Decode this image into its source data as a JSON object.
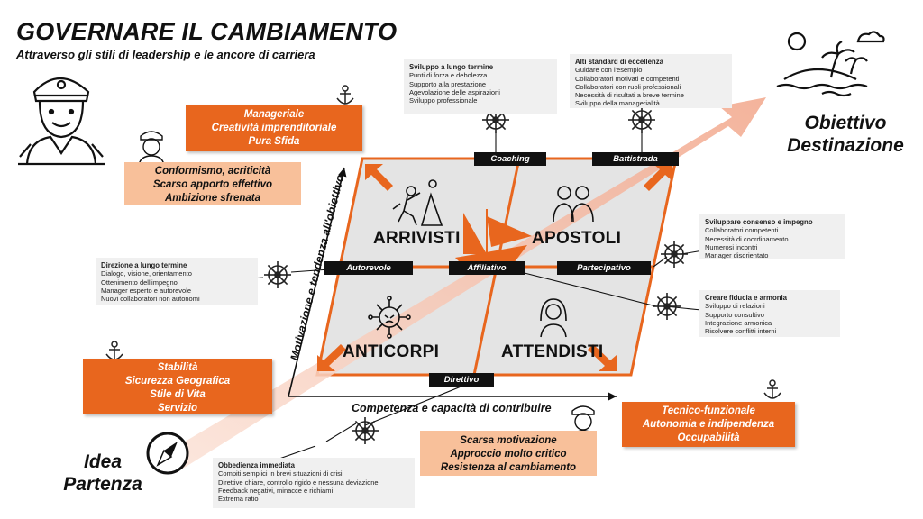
{
  "header": {
    "title": "GOVERNARE IL CAMBIAMENTO",
    "subtitle": "Attraverso gli stili di leadership e le ancore di carriera"
  },
  "endpoints": {
    "start": [
      "Idea",
      "Partenza"
    ],
    "goal": [
      "Obiettivo",
      "Destinazione"
    ]
  },
  "axes": {
    "vertical": "Motivazione e tendenza all'obiettivo",
    "horizontal": "Competenza e capacità di contribuire"
  },
  "quadrants": {
    "top_left": "ARRIVISTI",
    "top_right": "APOSTOLI",
    "bottom_left": "ANTICORPI",
    "bottom_right": "ATTENDISTI"
  },
  "styles": {
    "coaching": "Coaching",
    "battistrada": "Battistrada",
    "autorevole": "Autorevole",
    "affiliativo": "Affiliativo",
    "partecipativo": "Partecipativo",
    "direttivo": "Direttivo"
  },
  "anchors": {
    "top_left": [
      "Manageriale",
      "Creatività imprenditoriale",
      "Pura Sfida"
    ],
    "bottom_left": [
      "Stabilità",
      "Sicurezza Geografica",
      "Stile di Vita",
      "Servizio"
    ],
    "bottom_right": [
      "Tecnico-funzionale",
      "Autonomia e indipendenza",
      "Occupabilità"
    ]
  },
  "risks": {
    "top_left": [
      "Conformismo, acriticità",
      "Scarso apporto effettivo",
      "Ambizione sfrenata"
    ],
    "bottom": [
      "Scarsa motivazione",
      "Approccio molto critico",
      "Resistenza al cambiamento"
    ]
  },
  "cards": {
    "coaching": {
      "title": "Sviluppo a lungo termine",
      "lines": [
        "Punti di forza e debolezza",
        "Supporto alla prestazione",
        "Agevolazione delle aspirazioni",
        "Sviluppo professionale"
      ]
    },
    "battistrada": {
      "title": "Alti standard di eccellenza",
      "lines": [
        "Guidare con l'esempio",
        "Collaboratori motivati e competenti",
        "Collaboratori con ruoli professionali",
        "Necessità di risultati a breve termine",
        "Sviluppo della managerialità"
      ]
    },
    "autorevole": {
      "title": "Direzione a lungo termine",
      "lines": [
        "Dialogo, visione, orientamento",
        "Ottenimento dell'impegno",
        "Manager esperto e autorevole",
        "Nuovi collaboratori non autonomi"
      ]
    },
    "partecipativo": {
      "title": "Sviluppare consenso e impegno",
      "lines": [
        "Collaboratori competenti",
        "Necessità di coordinamento",
        "Numerosi incontri",
        "Manager disorientato"
      ]
    },
    "affiliativo": {
      "title": "Creare fiducia e armonia",
      "lines": [
        "Sviluppo di relazioni",
        "Supporto consultivo",
        "Integrazione armonica",
        "Risolvere conflitti interni"
      ]
    },
    "direttivo": {
      "title": "Obbedienza immediata",
      "lines": [
        "Compiti semplici in brevi situazioni di crisi",
        "Direttive chiare, controllo rigido e nessuna deviazione",
        "Feedback negativi, minacce e richiami",
        "Extrema ratio"
      ]
    }
  },
  "colors": {
    "accent": "#e8661e",
    "peach": "#f8c09a",
    "quadrant_fill": "#e4e4e4",
    "path_pink": "#f7c9b6",
    "dark": "#111111"
  },
  "icons": [
    "captain-icon",
    "sailor-icon",
    "anchor-icon",
    "ship-wheel-icon",
    "sailboat-icon",
    "compass-icon",
    "island-icon",
    "trophy-icon",
    "growth-chart-icon",
    "climber-icon",
    "couple-icon",
    "virus-icon",
    "graduate-icon",
    "team-icon",
    "woman-icon"
  ]
}
